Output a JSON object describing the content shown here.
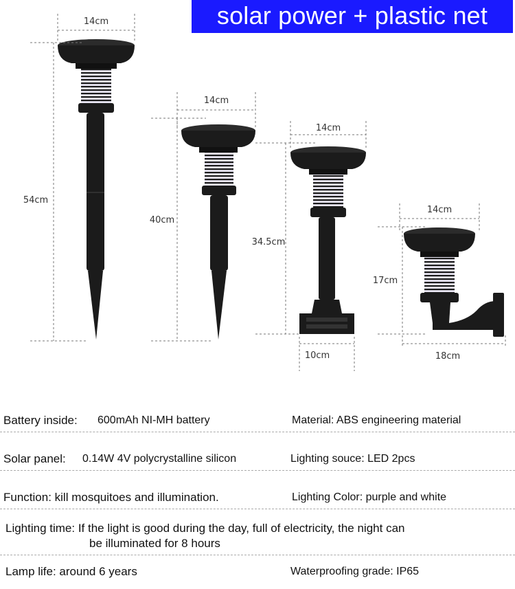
{
  "banner": {
    "title": "solar power + plastic net"
  },
  "dimensions": {
    "lamp1": {
      "width": "14cm",
      "height": "54cm"
    },
    "lamp2": {
      "width": "14cm",
      "height": "40cm"
    },
    "lamp3": {
      "width": "14cm",
      "height": "34.5cm",
      "base": "10cm"
    },
    "lamp4": {
      "width": "14cm",
      "height": "17cm",
      "depth": "18cm"
    }
  },
  "specs": {
    "battery": {
      "label": "Battery inside:",
      "value": "600mAh NI-MH battery"
    },
    "material": {
      "text": "Material: ABS engineering material"
    },
    "solar": {
      "label": "Solar panel:",
      "value": "0.14W 4V polycrystalline silicon"
    },
    "source": {
      "text": "Lighting souce: LED  2pcs"
    },
    "function": {
      "text": "Function: kill mosquitoes and illumination."
    },
    "color": {
      "text": "Lighting Color: purple  and white"
    },
    "time": {
      "line1": "Lighting time: If the light is good during the day, full of electricity, the night can",
      "line2": "be illuminated for 8 hours"
    },
    "life": {
      "text": "Lamp life: around 6 years"
    },
    "waterproof": {
      "text": "Waterproofing grade: IP65"
    }
  },
  "colors": {
    "banner_bg": "#1a1aff",
    "lamp": "#1b1b1b",
    "dim_line": "#777777"
  }
}
